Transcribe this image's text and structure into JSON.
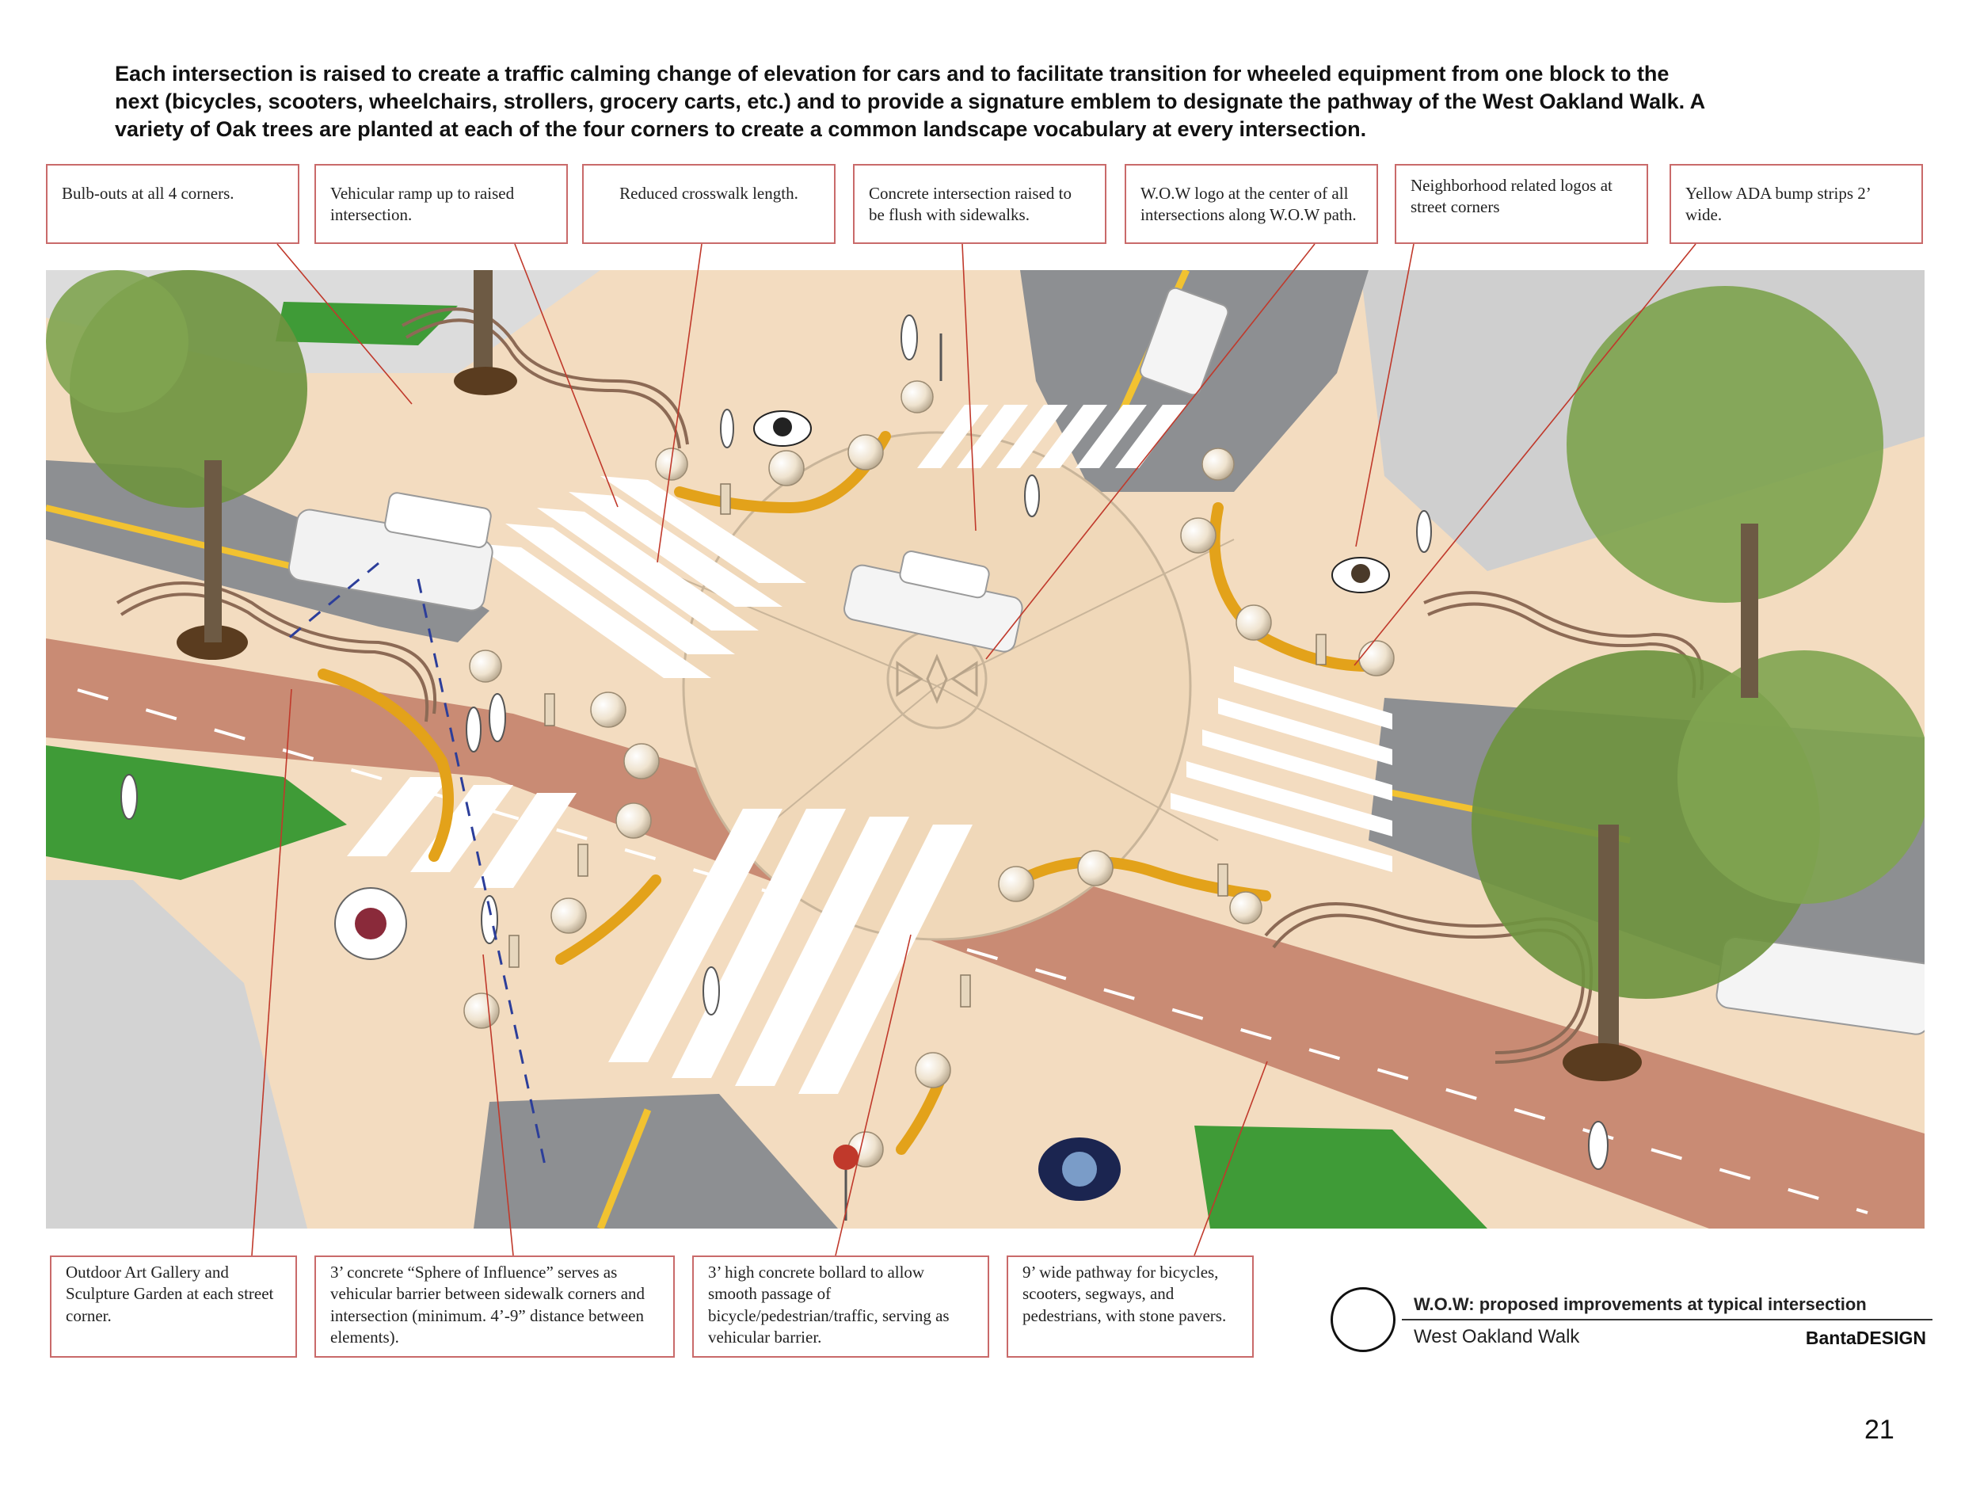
{
  "intro": "Each intersection is raised to create a traffic calming change of elevation for cars and to facilitate transition for wheeled equipment from one block to the next (bicycles, scooters, wheelchairs, strollers, grocery carts, etc.) and to provide a signature emblem to designate the pathway of the West Oakland Walk. A variety of Oak trees are planted at each of the four corners to create a common landscape vocabulary at every intersection.",
  "callouts_top": [
    "Bulb-outs at all 4 corners.",
    "Vehicular ramp up to raised intersection.",
    "Reduced crosswalk length.",
    "Concrete intersection raised to be flush with sidewalks.",
    "W.O.W logo at the center of all intersections along W.O.W path.",
    "Neighborhood related logos at street corners",
    "Yellow ADA bump strips 2’ wide."
  ],
  "callouts_bottom": [
    "Outdoor Art Gallery and Sculpture Garden at each street corner.",
    "3’ concrete “Sphere of Influence” serves as vehicular barrier between sidewalk corners and intersection (minimum. 4’-9” distance between elements).",
    "3’ high concrete bollard  to allow smooth passage of bicycle/pedestrian/traffic, serving as vehicular barrier.",
    "9’ wide pathway for bicycles, scooters, segways, and pedestrians, with stone pavers."
  ],
  "title_block": {
    "title": "W.O.W: proposed improvements at typical intersection",
    "subtitle": "West Oakland Walk",
    "firm": "BantaDESIGN"
  },
  "page_number": "21",
  "colors": {
    "sidewalk": "#f3dcc0",
    "asphalt": "#8d8f92",
    "brick": "#c98b74",
    "grass": "#3f9b37",
    "ada_strip": "#e3a21a",
    "tree_canopy": "#6f9440",
    "leader_line": "#c0392b"
  }
}
